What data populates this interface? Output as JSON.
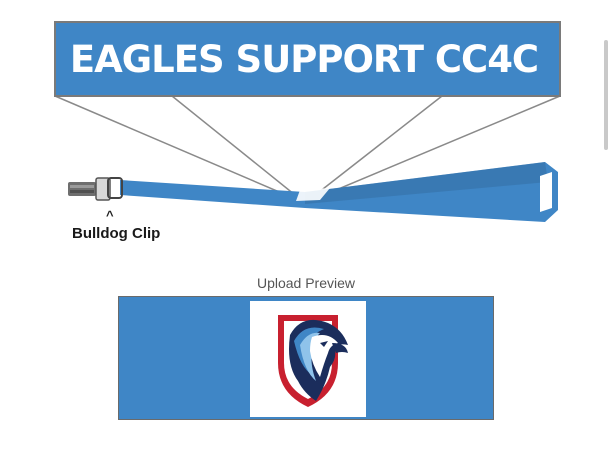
{
  "banner": {
    "text": "EAGLES SUPPORT CC4C"
  },
  "clip": {
    "caret": "^",
    "label": "Bulldog Clip"
  },
  "preview": {
    "label": "Upload Preview",
    "logo_icon": "eagle-shield-logo"
  },
  "colors": {
    "lanyard_blue": "#3f86c6",
    "banner_border": "#7a7a7a",
    "shield_red": "#c8202f",
    "eagle_navy": "#1b2d5c"
  }
}
